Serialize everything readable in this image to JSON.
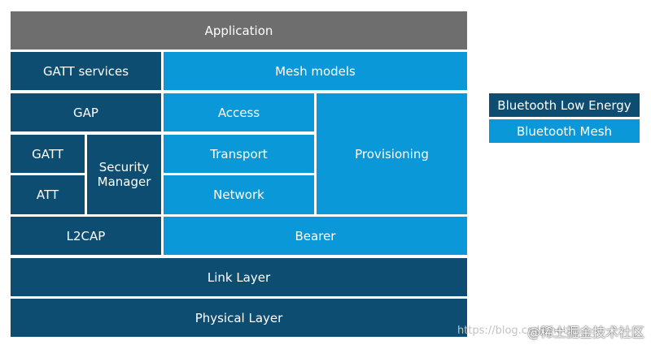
{
  "colors": {
    "application": "#6e6e6e",
    "bluetooth_low_energy": "#0d4d72",
    "bluetooth_mesh": "#0b98d8"
  },
  "stack": {
    "application": "Application",
    "gatt_services": "GATT services",
    "mesh_models": "Mesh models",
    "gap": "GAP",
    "access": "Access",
    "provisioning": "Provisioning",
    "gatt": "GATT",
    "security_manager": "Security Manager",
    "transport": "Transport",
    "att": "ATT",
    "network": "Network",
    "l2cap": "L2CAP",
    "bearer": "Bearer",
    "link_layer": "Link Layer",
    "physical_layer": "Physical Layer"
  },
  "legend": {
    "ble": "Bluetooth Low Energy",
    "mesh": "Bluetooth Mesh"
  },
  "watermark": {
    "url": "https://blog.csdn.net/...",
    "badge": "@稀土掘金技术社区"
  }
}
